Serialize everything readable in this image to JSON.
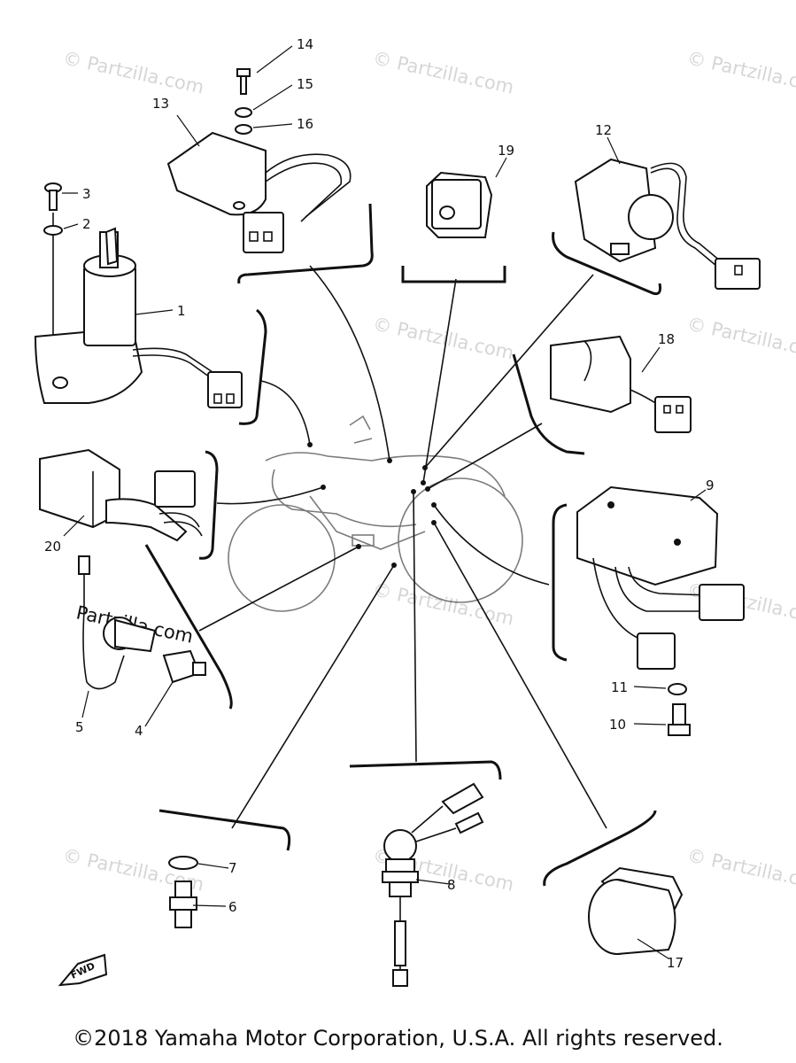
{
  "watermark": "© Partzilla.com",
  "watermark_bold": "Partzilla.com",
  "copyright": "©2018  Yamaha Motor Corporation, U.S.A. All rights reserved.",
  "fwd_label": "FWD",
  "callouts": [
    "1",
    "2",
    "3",
    "4",
    "5",
    "6",
    "7",
    "8",
    "9",
    "10",
    "11",
    "12",
    "13",
    "14",
    "15",
    "16",
    "17",
    "18",
    "19",
    "20"
  ]
}
